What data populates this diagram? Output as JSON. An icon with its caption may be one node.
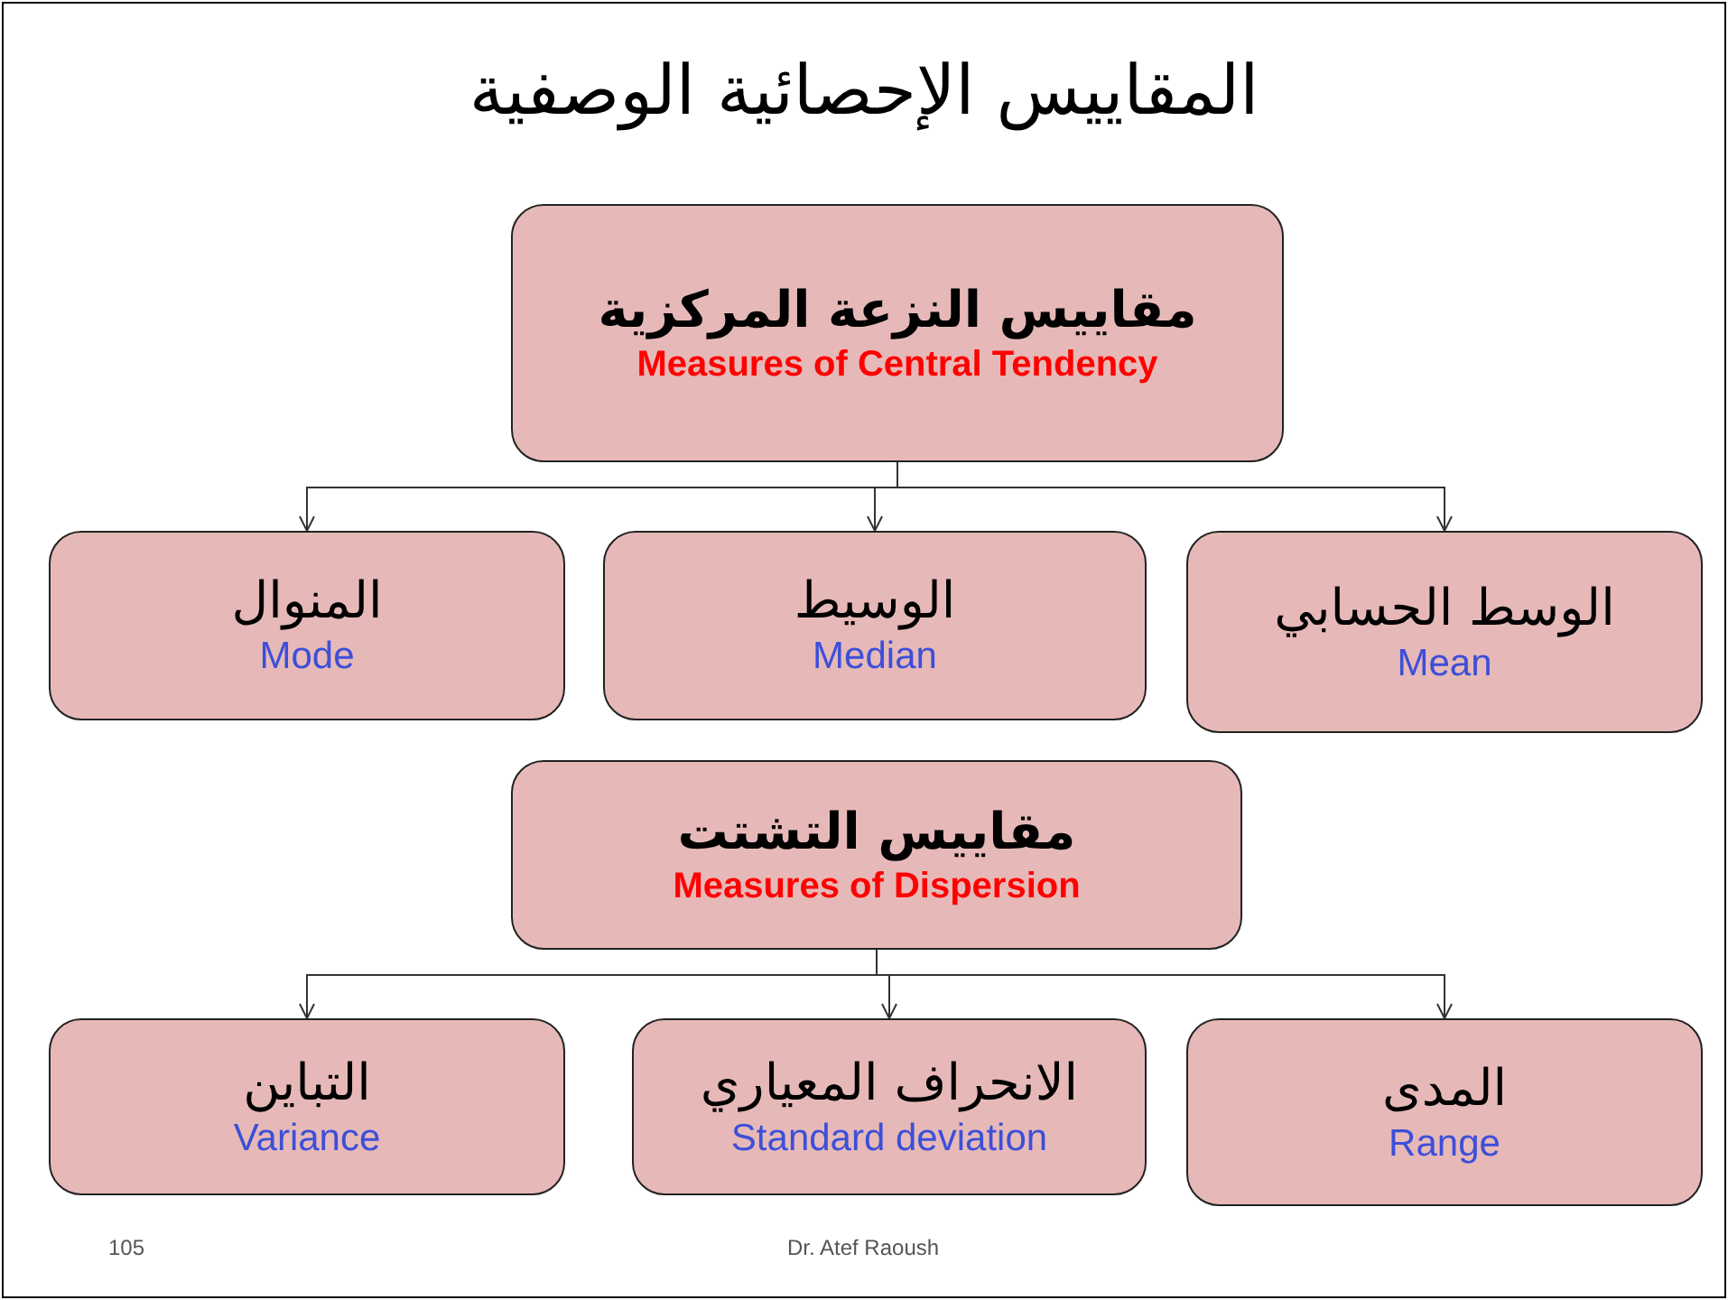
{
  "diagram": {
    "title": "المقاييس الإحصائية الوصفية",
    "nodes": [
      {
        "text": [
          "مقاييس النزعة المركزية",
          "Measures of Central Tendency"
        ]
      },
      {
        "text": [
          "المنوال",
          "Mode"
        ]
      },
      {
        "text": [
          "الوسيط",
          "Median"
        ]
      },
      {
        "text": [
          "الوسط الحسابي",
          "Mean"
        ]
      },
      {
        "text": [
          "مقاييس التشتت",
          "Measures of Dispersion"
        ]
      },
      {
        "text": [
          "التباين",
          "Variance"
        ]
      },
      {
        "text": [
          "الانحراف المعياري",
          "Standard deviation"
        ]
      },
      {
        "text": [
          "المدى",
          "Range"
        ]
      }
    ],
    "edges": [
      {
        "from": 0,
        "to": 1,
        "arrow": "to"
      },
      {
        "from": 0,
        "to": 2,
        "arrow": "to"
      },
      {
        "from": 0,
        "to": 3,
        "arrow": "to"
      },
      {
        "from": 4,
        "to": 5,
        "arrow": "to"
      },
      {
        "from": 4,
        "to": 6,
        "arrow": "to"
      },
      {
        "from": 4,
        "to": 7,
        "arrow": "to"
      }
    ],
    "labels": [
      "105",
      "Dr. Atef Raoush"
    ]
  }
}
